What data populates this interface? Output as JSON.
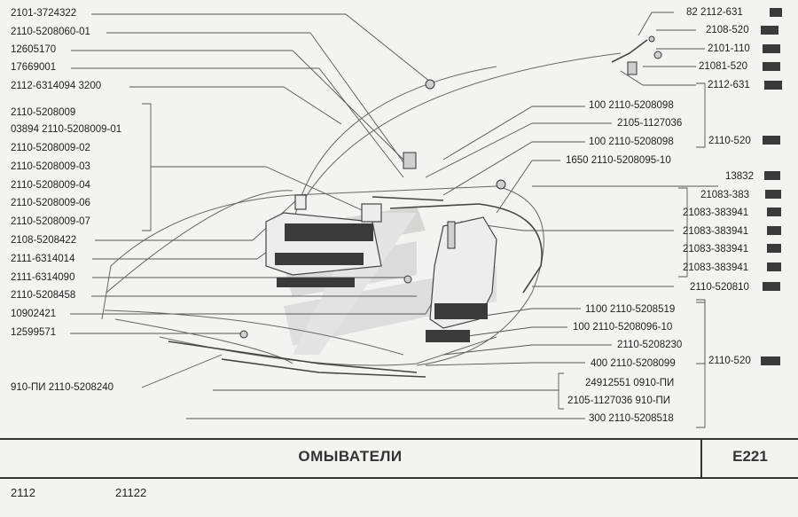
{
  "left_labels": [
    "2101-3724322",
    "2110-5208060-01",
    "12605170",
    "17669001",
    "2112-6314094  3200",
    "2110-5208009",
    "03894  2110-5208009-01",
    "2110-5208009-02",
    "2110-5208009-03",
    "2110-5208009-04",
    "2110-5208009-06",
    "2110-5208009-07",
    "2108-5208422",
    "2111-6314014",
    "2111-6314090",
    "2110-5208458",
    "10902421",
    "12599571",
    "910-ПИ  2110-5208240"
  ],
  "top_right_labels": [
    "82  2112-631",
    "2108-520",
    "2101-110",
    "21081-520",
    "2112-631"
  ],
  "mid_right_labels": [
    "100  2110-5208098",
    "2105-1127036",
    "100  2110-5208098",
    "1650  2110-5208095-10",
    "13832",
    "21083-383",
    "21083-383941",
    "21083-383941",
    "21083-383941",
    "21083-383941",
    "2110-520810"
  ],
  "bottom_right_labels": [
    "1100  2110-5208519",
    "100  2110-5208096-10",
    "2110-5208230",
    "400  2110-5208099",
    "24912551  0910-ПИ",
    "2105-1127036  910-ПИ",
    "300  2110-5208518"
  ],
  "group_labels": [
    "2110-520",
    "2110-520"
  ],
  "footer": {
    "section_title": "ОМЫВАТЕЛИ",
    "page_code": "Е221",
    "model_1": "2112",
    "model_2": "21122"
  }
}
